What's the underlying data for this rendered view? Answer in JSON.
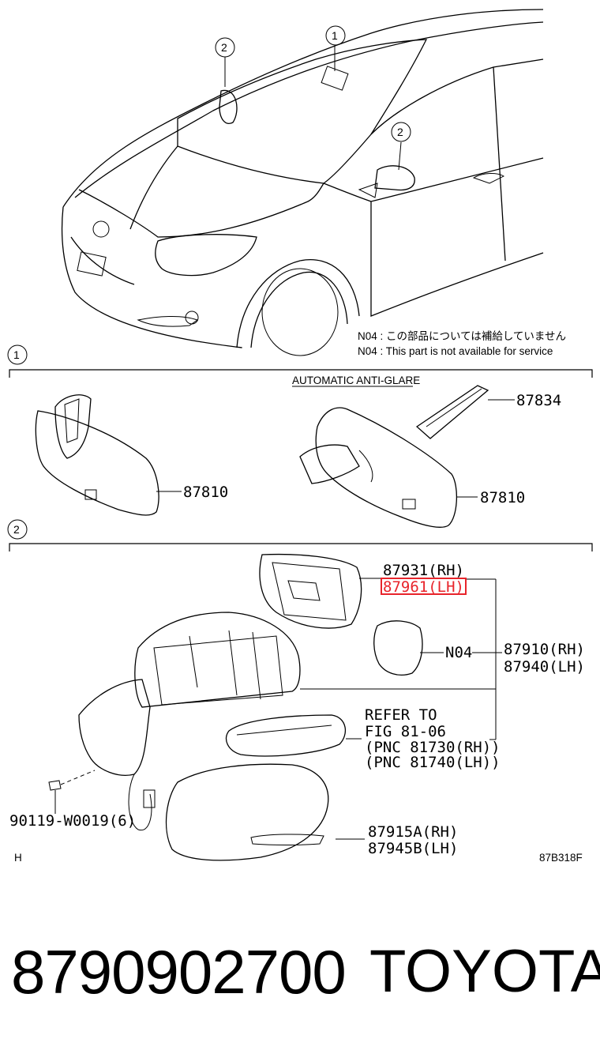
{
  "callouts": {
    "one": "1",
    "two": "2"
  },
  "note": {
    "jp": "N04 :  この部品については補給していません",
    "en": "N04 :  This part is not available for service"
  },
  "section1": {
    "header": "AUTOMATIC ANTI-GLARE",
    "parts": {
      "p87834": "87834",
      "p87810_left": "87810",
      "p87810_right": "87810"
    }
  },
  "section2": {
    "parts": {
      "p87931": "87931(RH)",
      "p87961": "87961(LH)",
      "n04": "N04",
      "p87910": "87910(RH)",
      "p87940": "87940(LH)",
      "refer1": "REFER TO",
      "refer2": "FIG 81-06",
      "refer3": "(PNC 81730(RH))",
      "refer4": "(PNC 81740(LH))",
      "p90119": "90119-W0019(6)",
      "p87915a": "87915A(RH)",
      "p87945b": "87945B(LH)"
    },
    "highlight_color": "#e8242b"
  },
  "corner": {
    "left": "H",
    "right": "87B318F"
  },
  "footer": {
    "part_number": "8790902700",
    "brand": "TOYOTA"
  }
}
